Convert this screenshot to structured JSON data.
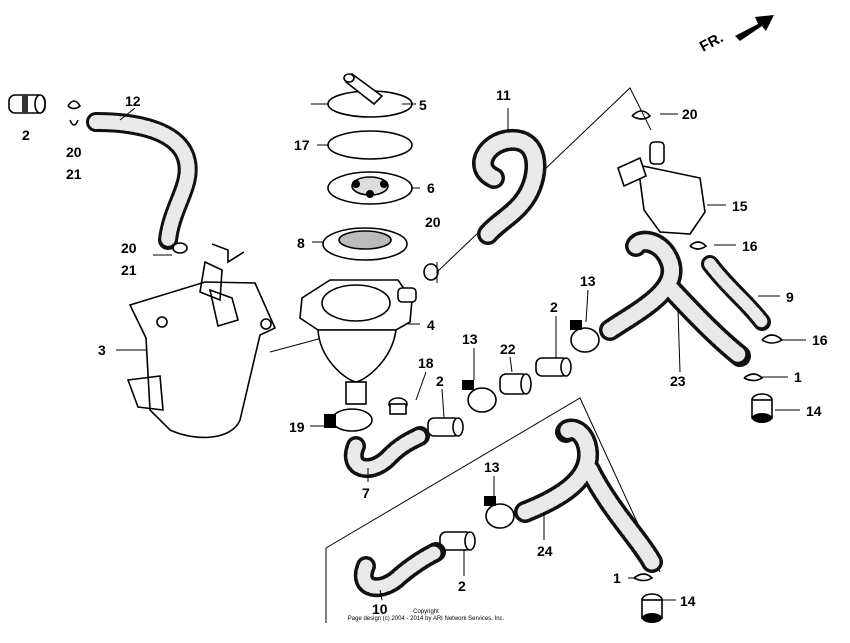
{
  "direction": {
    "label": "FR."
  },
  "callouts": [
    {
      "id": "c-2a",
      "text": "2"
    },
    {
      "id": "c-20a",
      "text": "20"
    },
    {
      "id": "c-21a",
      "text": "21"
    },
    {
      "id": "c-12",
      "text": "12"
    },
    {
      "id": "c-5",
      "text": "5"
    },
    {
      "id": "c-17",
      "text": "17"
    },
    {
      "id": "c-6",
      "text": "6"
    },
    {
      "id": "c-8",
      "text": "8"
    },
    {
      "id": "c-20b",
      "text": "20"
    },
    {
      "id": "c-21b",
      "text": "21"
    },
    {
      "id": "c-20c",
      "text": "20"
    },
    {
      "id": "c-11",
      "text": "11"
    },
    {
      "id": "c-20d",
      "text": "20"
    },
    {
      "id": "c-15",
      "text": "15"
    },
    {
      "id": "c-16a",
      "text": "16"
    },
    {
      "id": "c-9",
      "text": "9"
    },
    {
      "id": "c-16b",
      "text": "16"
    },
    {
      "id": "c-1a",
      "text": "1"
    },
    {
      "id": "c-14a",
      "text": "14"
    },
    {
      "id": "c-3",
      "text": "3"
    },
    {
      "id": "c-4",
      "text": "4"
    },
    {
      "id": "c-13a",
      "text": "13"
    },
    {
      "id": "c-2b",
      "text": "2"
    },
    {
      "id": "c-13b",
      "text": "13"
    },
    {
      "id": "c-22",
      "text": "22"
    },
    {
      "id": "c-23",
      "text": "23"
    },
    {
      "id": "c-18",
      "text": "18"
    },
    {
      "id": "c-2c",
      "text": "2"
    },
    {
      "id": "c-19",
      "text": "19"
    },
    {
      "id": "c-7",
      "text": "7"
    },
    {
      "id": "c-13c",
      "text": "13"
    },
    {
      "id": "c-24",
      "text": "24"
    },
    {
      "id": "c-2d",
      "text": "2"
    },
    {
      "id": "c-1b",
      "text": "1"
    },
    {
      "id": "c-14b",
      "text": "14"
    },
    {
      "id": "c-10",
      "text": "10"
    }
  ],
  "copyright": {
    "line1": "Copyright",
    "line2": "Page design (c) 2004 - 2014 by ARI Network Services, Inc."
  }
}
